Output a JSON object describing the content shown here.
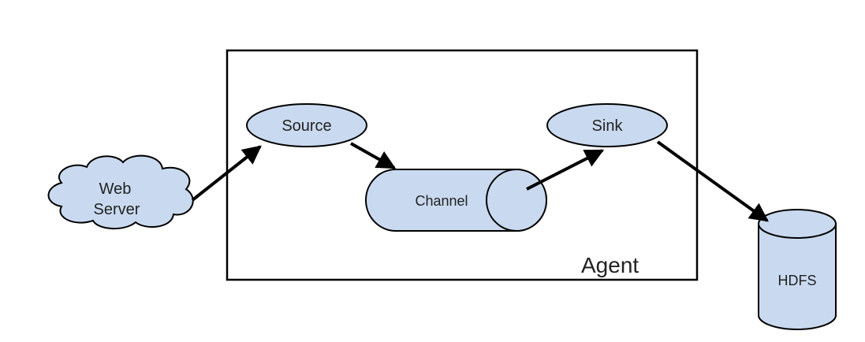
{
  "diagram": {
    "agent_label": "Agent",
    "nodes": {
      "web_server": {
        "line1": "Web",
        "line2": "Server"
      },
      "source": {
        "label": "Source"
      },
      "channel": {
        "label": "Channel"
      },
      "sink": {
        "label": "Sink"
      },
      "hdfs": {
        "label": "HDFS"
      }
    },
    "colors": {
      "node_fill": "#c9daf0",
      "stroke": "#000000",
      "background": "#ffffff"
    }
  }
}
